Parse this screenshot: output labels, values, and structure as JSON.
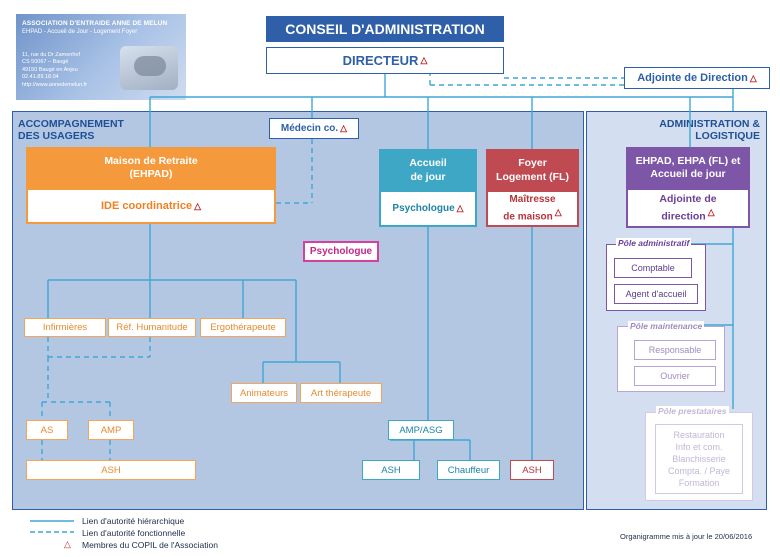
{
  "header": {
    "association": "ASSOCIATION D'ENTRAIDE ANNE DE MELUN",
    "subtitle": "EHPAD - Accueil de Jour - Logement Foyer",
    "address_lines": [
      "11, rue du Dr Zamenhof",
      "CS 50067 – Baugé",
      "49150 Baugé en Anjou",
      "02.41.89.18.04",
      "http://www.annedemelun.fr"
    ]
  },
  "top": {
    "conseil": "CONSEIL D'ADMINISTRATION",
    "directeur": "DIRECTEUR",
    "adjointe_direction": "Adjointe de Direction"
  },
  "regions": {
    "left_title_1": "ACCOMPAGNEMENT",
    "left_title_2": "DES USAGERS",
    "right_title_1": "ADMINISTRATION &",
    "right_title_2": "LOGISTIQUE"
  },
  "medecin": "Médecin co.",
  "psychologue_pink": "Psychologue",
  "maison_retraite": {
    "head_1": "Maison de Retraite",
    "head_2": "(EHPAD)",
    "body": "IDE coordinatrice"
  },
  "accueil_jour": {
    "head_1": "Accueil",
    "head_2": "de jour",
    "body": "Psychologue"
  },
  "foyer": {
    "head_1": "Foyer",
    "head_2": "Logement (FL)",
    "body_1": "Maîtresse",
    "body_2": "de maison"
  },
  "ehpad_admin": {
    "head_1": "EHPAD, EHPA (FL) et",
    "head_2": "Accueil de jour",
    "body_1": "Adjointe de",
    "body_2": "direction"
  },
  "ehpad_staff": {
    "infirmieres": "Infirmières",
    "ref_humanitude": "Réf. Humanitude",
    "ergotherapeute": "Ergothérapeute",
    "animateurs": "Animateurs",
    "art_therapeute": "Art thérapeute",
    "as": "AS",
    "amp": "AMP",
    "ash": "ASH"
  },
  "accueil_staff": {
    "amp_asg": "AMP/ASG",
    "ash": "ASH",
    "chauffeur": "Chauffeur"
  },
  "foyer_staff": {
    "ash": "ASH"
  },
  "poles": {
    "administratif": {
      "title": "Pôle administratif",
      "items": [
        "Comptable",
        "Agent d'accueil"
      ]
    },
    "maintenance": {
      "title": "Pôle maintenance",
      "items": [
        "Responsable",
        "Ouvrier"
      ]
    },
    "prestataires": {
      "title": "Pôle prestataires",
      "items": [
        "Restauration",
        "Info et com.",
        "Blanchisserie",
        "Compta. / Paye",
        "Formation"
      ]
    }
  },
  "legend": {
    "hierarchique": "Lien d'autorité hiérarchique",
    "fonctionnelle": "Lien d'autorité fonctionnelle",
    "copil": "Membres du COPIL de l'Association"
  },
  "update_note": "Organigramme mis à jour le 20/06/2016",
  "colors": {
    "navy": "#2e5fa8",
    "orange": "#f59a3c",
    "teal": "#3fa7c6",
    "red": "#c04a52",
    "purple": "#7d56a8",
    "pink": "#d43fa0",
    "copil_triangle": "#c0282d"
  }
}
